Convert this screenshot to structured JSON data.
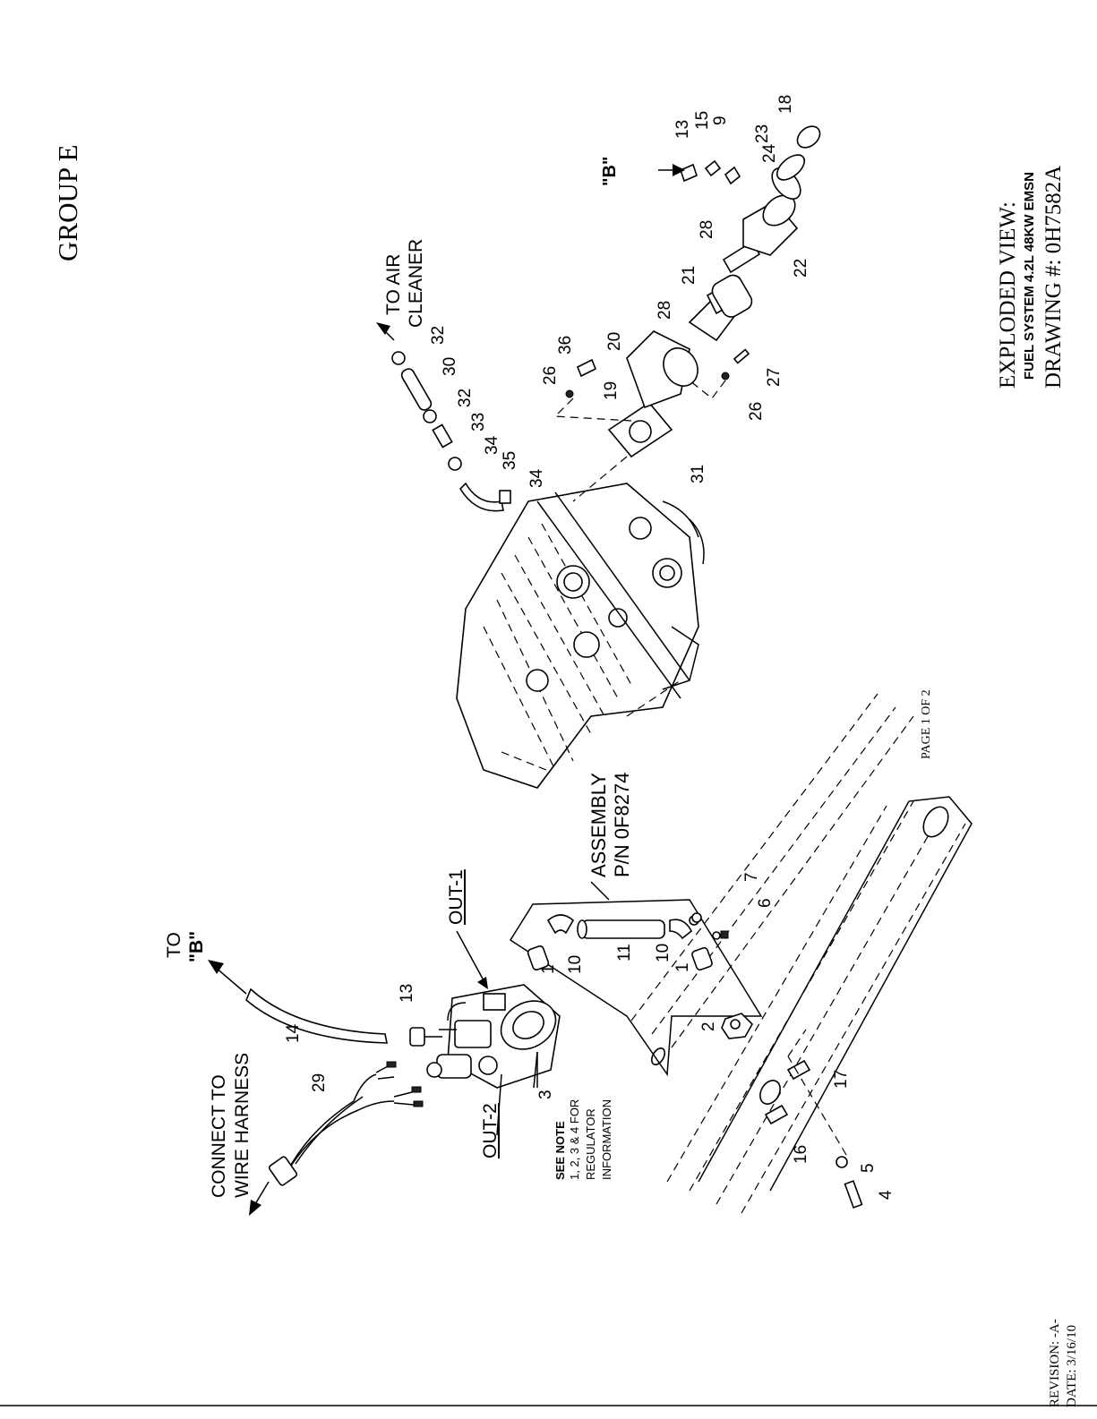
{
  "header": {
    "group": "GROUP E"
  },
  "title_block": {
    "line1": "EXPLODED VIEW:",
    "line2": "FUEL SYSTEM 4.2L 48KW EMSN",
    "line3": "DRAWING #: 0H7582A"
  },
  "footer": {
    "page": "PAGE 1 OF 2",
    "revision": "REVISION: -A-",
    "date": "DATE:  3/16/10"
  },
  "callouts": {
    "connect_harness": [
      "CONNECT TO",
      "WIRE HARNESS"
    ],
    "to_b": [
      "TO",
      "\"B\""
    ],
    "out1": "OUT-1",
    "out2": "OUT-2",
    "assembly": [
      "ASSEMBLY",
      "P/N 0F8274"
    ],
    "see_note": [
      "SEE NOTE",
      "1, 2, 3 & 4 FOR",
      "REGULATOR",
      "INFORMATION"
    ],
    "to_air": [
      "TO AIR",
      "CLEANER"
    ],
    "b_marker": "\"B\""
  },
  "part_numbers": {
    "p1a": "1",
    "p1b": "1",
    "p2": "2",
    "p3": "3",
    "p4": "4",
    "p5": "5",
    "p6": "6",
    "p7": "7",
    "p9": "9",
    "p10a": "10",
    "p10b": "10",
    "p11": "11",
    "p13a": "13",
    "p13b": "13",
    "p14": "14",
    "p15": "15",
    "p16": "16",
    "p17": "17",
    "p18": "18",
    "p19": "19",
    "p20": "20",
    "p21": "21",
    "p22": "22",
    "p23": "23",
    "p24": "24",
    "p26a": "26",
    "p26b": "26",
    "p27": "27",
    "p28a": "28",
    "p28b": "28",
    "p29": "29",
    "p30": "30",
    "p31": "31",
    "p32a": "32",
    "p32b": "32",
    "p33": "33",
    "p34a": "34",
    "p34b": "34",
    "p35": "35",
    "p36": "36"
  }
}
